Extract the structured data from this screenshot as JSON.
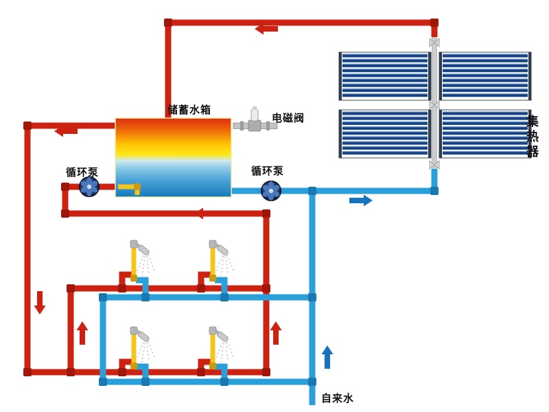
{
  "labels": {
    "storage_tank": "储蓄水箱",
    "solenoid_valve": "电磁阀",
    "circulation_pump_left": "循环泵",
    "circulation_pump_right": "循环泵",
    "collector": "集热器",
    "tap_water": "自来水"
  },
  "colors": {
    "hot_water_pipe": "#cc2211",
    "hot_water_fitting": "#a0170a",
    "cold_water_pipe": "#2aa0da",
    "cold_water_fitting": "#1a79b0",
    "arrow_cold": "#1873bd",
    "mixed_water_pipe": "#f3c51d",
    "mixed_water_fitting": "#cd9b10",
    "tank_hot_top": "#dc2e0f",
    "tank_warm_mid": "#ffe714",
    "tank_cold_bottom": "#1679ba",
    "collector_tube_dark": "#123a78",
    "background": "#ffffff"
  },
  "flow_arrows": [
    {
      "name": "hot-supply-top",
      "color": "red",
      "direction": "left"
    },
    {
      "name": "hot-to-left-riser",
      "color": "red",
      "direction": "left"
    },
    {
      "name": "hot-return-mid",
      "color": "red",
      "direction": "left"
    },
    {
      "name": "left-riser-down",
      "color": "red",
      "direction": "down"
    },
    {
      "name": "left-branch-up",
      "color": "red",
      "direction": "up"
    },
    {
      "name": "right-branch-up",
      "color": "red",
      "direction": "up"
    },
    {
      "name": "cold-to-collector",
      "color": "blue",
      "direction": "right"
    },
    {
      "name": "tap-water-up",
      "color": "blue",
      "direction": "up"
    }
  ]
}
